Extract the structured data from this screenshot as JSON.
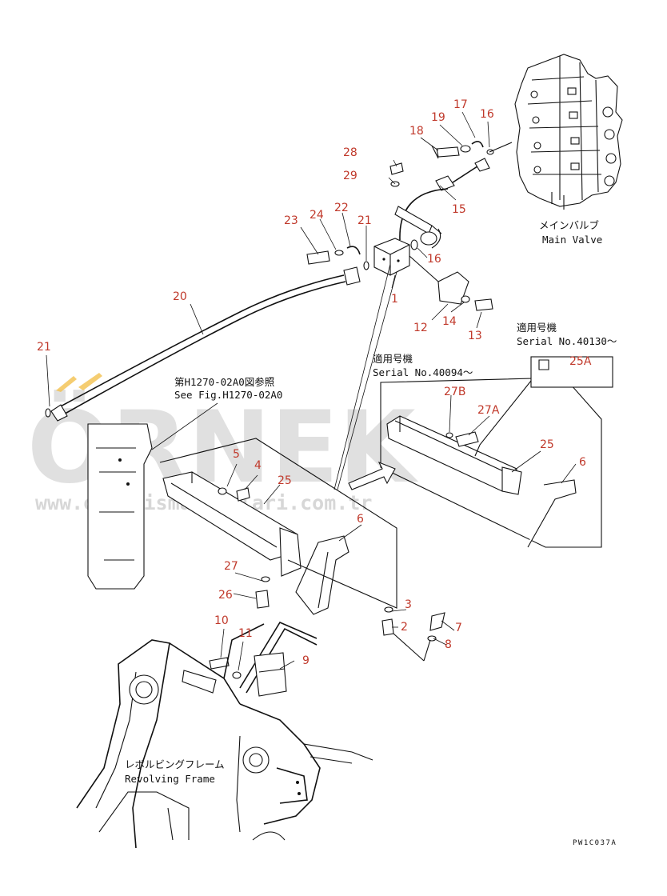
{
  "callouts": {
    "p1": "1",
    "p2": "2",
    "p3": "3",
    "p4": "4",
    "p5": "5",
    "p6a": "6",
    "p6b": "6",
    "p7": "7",
    "p8": "8",
    "p9": "9",
    "p10": "10",
    "p11": "11",
    "p12": "12",
    "p13": "13",
    "p14": "14",
    "p15": "15",
    "p16a": "16",
    "p16b": "16",
    "p17": "17",
    "p18": "18",
    "p19": "19",
    "p20": "20",
    "p21a": "21",
    "p21b": "21",
    "p22": "22",
    "p23": "23",
    "p24": "24",
    "p25a": "25",
    "p25b": "25",
    "p25A": "25A",
    "p26": "26",
    "p27": "27",
    "p27A": "27A",
    "p27B": "27B",
    "p28": "28",
    "p29": "29"
  },
  "labels": {
    "main_valve_jp": "メインバルブ",
    "main_valve_en": "Main Valve",
    "see_fig_jp": "第H1270-02A0図参照",
    "see_fig_en": "See Fig.H1270-02A0",
    "serial1_jp": "適用号機",
    "serial1_en": "Serial No.40094～",
    "serial2_jp": "適用号機",
    "serial2_en": "Serial No.40130～",
    "frame_jp": "レボルビングフレーム",
    "frame_en": "Revolving Frame",
    "drawing_code": "PW1C037A"
  },
  "watermark": {
    "brand": "ÖRNEK",
    "url": "www.ornekismakinalari.com.tr"
  },
  "colors": {
    "callout": "#c0392b",
    "line": "#111111",
    "watermark": "#c8c8c8",
    "watermark_accent": "#f2c14e"
  }
}
